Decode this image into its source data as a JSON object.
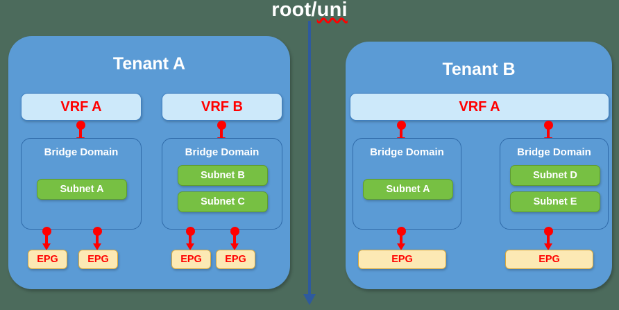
{
  "diagram": {
    "title_prefix": "root/",
    "title_suffix": "uni",
    "background_color": "#4C6B5C",
    "root_connector_color": "#2E5A9E"
  },
  "colors": {
    "tenant_fill": "#5B9BD5",
    "vrf_fill": "#CDE9FA",
    "vrf_text": "#FF0000",
    "bridge_domain_border": "#2F6AA8",
    "subnet_fill": "#77C043",
    "subnet_text": "#FFFFFF",
    "epg_fill": "#FCE9B4",
    "epg_border": "#D9A93C",
    "epg_text": "#FF0000",
    "connector": "#FF0000"
  },
  "tenants": [
    {
      "name": "Tenant A",
      "vrfs": [
        {
          "label": "VRF A"
        },
        {
          "label": "VRF B"
        }
      ],
      "bridge_domains": [
        {
          "label": "Bridge Domain",
          "subnets": [
            {
              "label": "Subnet A"
            }
          ],
          "epgs": [
            {
              "label": "EPG"
            },
            {
              "label": "EPG"
            }
          ]
        },
        {
          "label": "Bridge Domain",
          "subnets": [
            {
              "label": "Subnet B"
            },
            {
              "label": "Subnet C"
            }
          ],
          "epgs": [
            {
              "label": "EPG"
            },
            {
              "label": "EPG"
            }
          ]
        }
      ]
    },
    {
      "name": "Tenant B",
      "vrfs": [
        {
          "label": "VRF A"
        }
      ],
      "bridge_domains": [
        {
          "label": "Bridge Domain",
          "subnets": [
            {
              "label": "Subnet A"
            }
          ],
          "epgs": [
            {
              "label": "EPG"
            }
          ]
        },
        {
          "label": "Bridge Domain",
          "subnets": [
            {
              "label": "Subnet D"
            },
            {
              "label": "Subnet E"
            }
          ],
          "epgs": [
            {
              "label": "EPG"
            }
          ]
        }
      ]
    }
  ]
}
